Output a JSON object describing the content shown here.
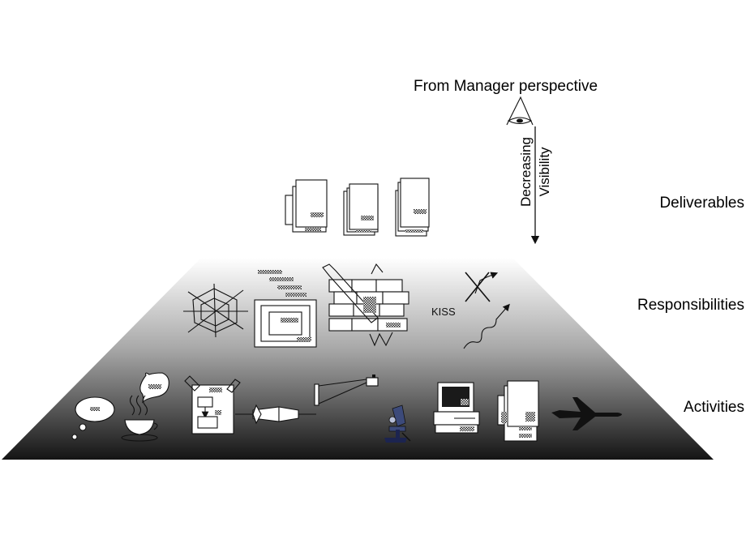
{
  "header": {
    "perspective_label": "From Manager perspective"
  },
  "visibility": {
    "line1": "Decreasing",
    "line2": "Visibility"
  },
  "levels": {
    "deliverables": "Deliverables",
    "responsibilities": "Responsibilities",
    "activities": "Activities"
  },
  "annotations": {
    "kiss": "KISS"
  },
  "icons": {
    "eye": "eye-icon",
    "documents": "document-stack-icon",
    "spiderweb": "spider-web-icon",
    "nested_docs": "nested-documents-icon",
    "brick_wall": "brick-wall-icon",
    "broken_arrows": "crossed-arrows-icon",
    "squiggle_arrow": "squiggle-arrow-icon",
    "thought_bubble": "thought-bubble-icon",
    "speech_bubble": "speech-bubble-icon",
    "coffee": "coffee-cup-icon",
    "flowchart": "flowchart-board-icon",
    "pipeline": "pipeline-icon",
    "projector": "projector-icon",
    "microscope": "microscope-icon",
    "computer": "computer-icon",
    "airplane": "airplane-icon"
  },
  "colors": {
    "pyramid_top": "#ffffff",
    "pyramid_bottom": "#141414"
  }
}
